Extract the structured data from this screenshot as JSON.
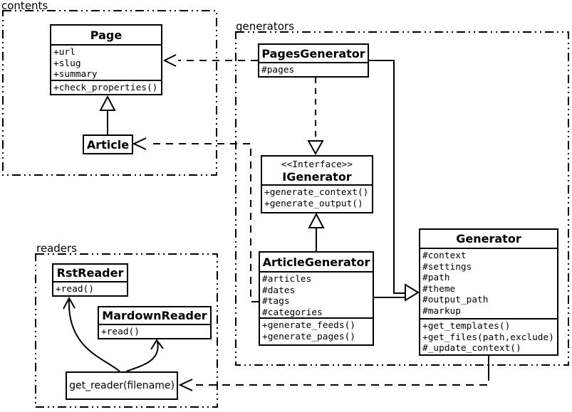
{
  "packages": {
    "contents": {
      "label": "contents"
    },
    "generators": {
      "label": "generators"
    },
    "readers": {
      "label": "readers"
    }
  },
  "classes": {
    "page": {
      "title": "Page",
      "attributes": [
        "+url",
        "+slug",
        "+summary"
      ],
      "methods": [
        "+check_properties()"
      ]
    },
    "article": {
      "title": "Article"
    },
    "pages_generator": {
      "title": "PagesGenerator",
      "attributes": [
        "#pages"
      ]
    },
    "igenerator": {
      "stereotype": "<<Interface>>",
      "title": "IGenerator",
      "methods": [
        "+generate_context()",
        "+generate_output()"
      ]
    },
    "article_generator": {
      "title": "ArticleGenerator",
      "attributes": [
        "#articles",
        "#dates",
        "#tags",
        "#categories"
      ],
      "methods": [
        "+generate_feeds()",
        "+generate_pages()"
      ]
    },
    "generator": {
      "title": "Generator",
      "attributes": [
        "#context",
        "#settings",
        "#path",
        "#theme",
        "#output_path",
        "#markup"
      ],
      "methods": [
        "+get_templates()",
        "+get_files(path,exclude)",
        "#_update_context()"
      ]
    },
    "rst_reader": {
      "title": "RstReader",
      "methods": [
        "+read()"
      ]
    },
    "mardown_reader": {
      "title": "MardownReader",
      "methods": [
        "+read()"
      ]
    },
    "get_reader": {
      "label": "get_reader(filename)"
    }
  },
  "relationships": [
    {
      "from": "Article",
      "to": "Page",
      "type": "inheritance"
    },
    {
      "from": "PagesGenerator",
      "to": "Page",
      "type": "dependency-dashed"
    },
    {
      "from": "ArticleGenerator",
      "to": "Article",
      "type": "dependency-dashed"
    },
    {
      "from": "PagesGenerator",
      "to": "IGenerator",
      "type": "realization-dashed"
    },
    {
      "from": "ArticleGenerator",
      "to": "IGenerator",
      "type": "inheritance"
    },
    {
      "from": "PagesGenerator",
      "to": "Generator",
      "type": "inheritance"
    },
    {
      "from": "ArticleGenerator",
      "to": "Generator",
      "type": "inheritance"
    },
    {
      "from": "Generator",
      "to": "get_reader(filename)",
      "type": "dependency-dashed"
    },
    {
      "from": "get_reader(filename)",
      "to": "RstReader",
      "type": "call-curve"
    },
    {
      "from": "get_reader(filename)",
      "to": "MardownReader",
      "type": "call-curve"
    }
  ],
  "colors": {
    "line": "#000000",
    "background": "#ffffff"
  }
}
